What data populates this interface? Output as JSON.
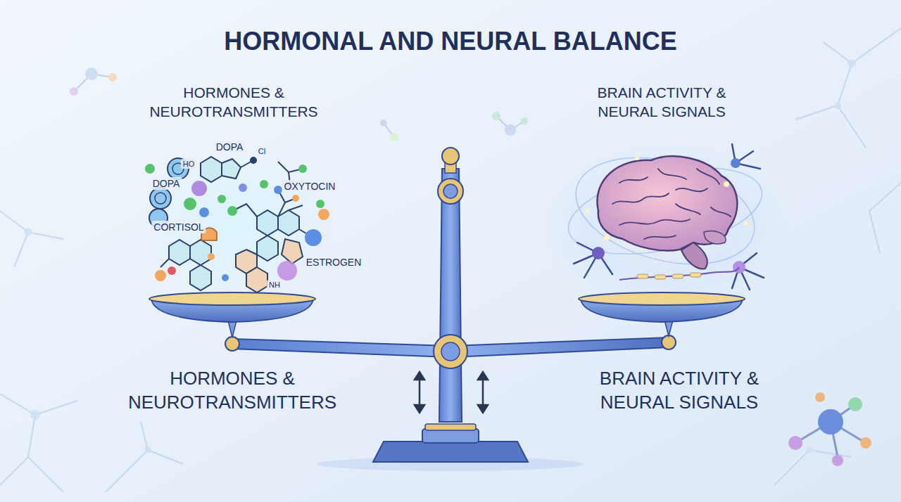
{
  "diagram": {
    "title": "HORMONAL AND NEURAL BALANCE",
    "labels": [
      "HORMONES & NEUROTRANSMITTERS",
      "DOPA",
      "HO",
      "Cl",
      "OXYTOCIN",
      "DOPA",
      "CORTISOL",
      "ESTROGEN",
      "NH",
      "BRAIN ACTIVITY & NEURAL SIGNALS",
      "HORMONES & NEUROTRANSMITTERS",
      "BRAIN ACTIVITY & NEURAL SIGNALS"
    ]
  }
}
